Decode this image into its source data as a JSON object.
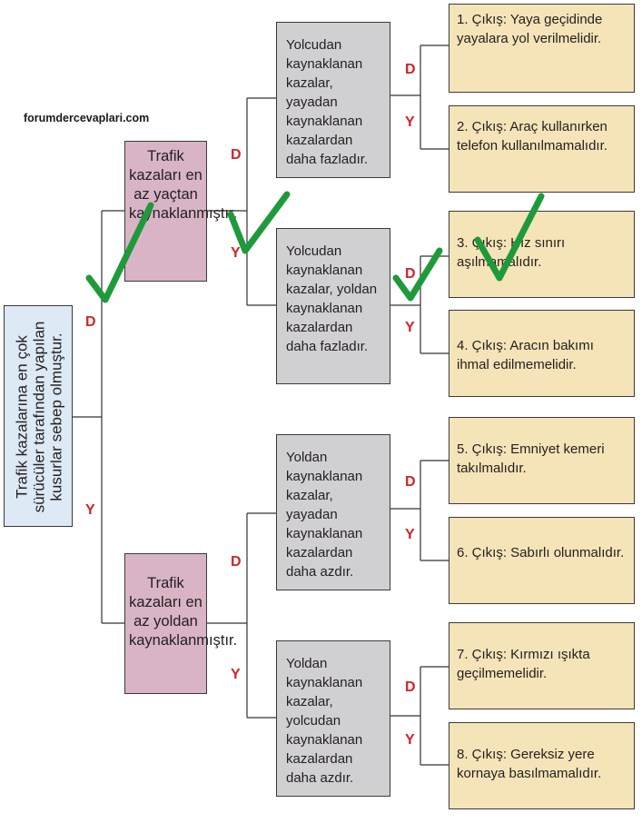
{
  "watermark": "forumdercevaplari.com",
  "root": {
    "text": "Trafik kazalarına en çok sürücüler tarafından yapılan kusurlar sebep olmuştur."
  },
  "branch_labels": {
    "d": "D",
    "y": "Y"
  },
  "level1": {
    "top": "Trafik kazaları en az yaçtan kaynaklanmıştır.",
    "bottom": "Trafik kazaları en az yoldan kaynaklanmıştır."
  },
  "level2": [
    "Yolcudan kaynaklanan kazalar, yayadan kaynaklanan kazalardan daha fazladır.",
    "Yolcudan kaynaklanan kazalar, yoldan kaynaklanan kazalardan daha fazladır.",
    "Yoldan kaynaklanan kazalar, yayadan kaynaklanan kazalardan daha azdır.",
    "Yoldan kaynaklanan kazalar, yolcudan kaynaklanan kazalardan daha azdır."
  ],
  "outputs": [
    "1. Çıkış: Yaya geçidinde yayalara yol verilmelidir.",
    "2. Çıkış: Araç kullanırken telefon kullanılmamalıdır.",
    "3. Çıkış: Hız sınırı aşılmamalıdır.",
    "4. Çıkış: Aracın bakımı ihmal edilmemelidir.",
    "5. Çıkış: Emniyet kemeri takılmalıdır.",
    "6. Çıkış: Sabırlı olunmalıdır.",
    "7. Çıkış: Kırmızı ışıkta geçilmemelidir.",
    "8. Çıkış: Gereksiz yere kornaya basılmamalıdır."
  ],
  "colors": {
    "check": "#1f9a3a",
    "label": "#d2232a"
  }
}
